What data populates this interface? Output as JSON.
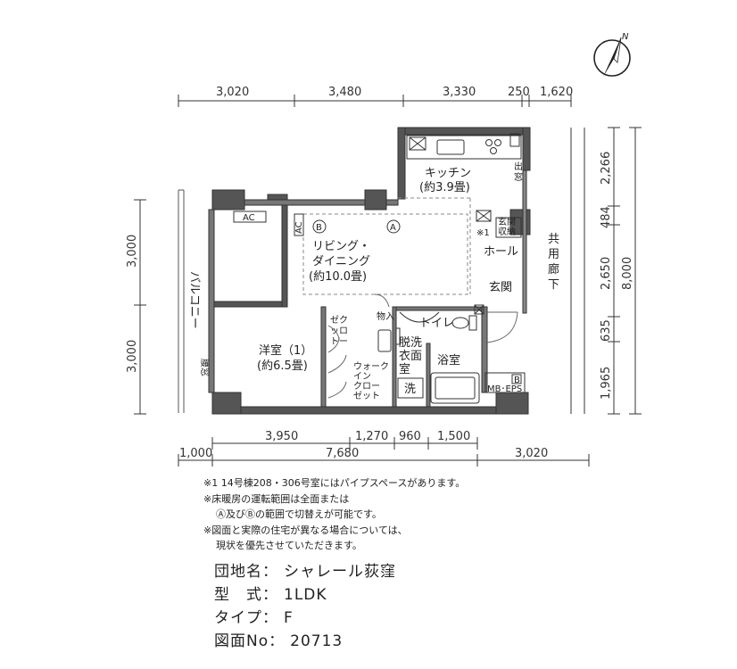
{
  "compass": {
    "north_label": "N"
  },
  "dimensions": {
    "top": [
      "3,020",
      "3,480",
      "3,330",
      "250",
      "1,620"
    ],
    "bottom_row1": [
      "3,950",
      "1,270",
      "960",
      "1,500"
    ],
    "bottom_row2": [
      "1,000",
      "7,680",
      "3,020"
    ],
    "left": [
      "3,000",
      "3,000"
    ],
    "right_inner": [
      "2,266",
      "484",
      "2,650",
      "635",
      "1,965"
    ],
    "right_outer": "8,000"
  },
  "rooms": {
    "kitchen": [
      "キッチン",
      "(約3.9畳)"
    ],
    "living": [
      "リビング・",
      "ダイニング",
      "(約10.0畳)"
    ],
    "western": [
      "洋室（1）",
      "(約6.5畳)"
    ],
    "balcony": "バルコニー",
    "hall": "ホール",
    "entrance": "玄関",
    "toilet": "トイレ",
    "bath": "浴室",
    "wash": [
      "脱洗",
      "衣面",
      "室"
    ],
    "laundry": "洗",
    "closet": [
      "ゼク",
      "ッロ",
      "トー"
    ],
    "storage": "物入",
    "walkin": [
      "ウォーク",
      "イン",
      "クロー",
      "ゼット"
    ],
    "shoe": [
      "玄関",
      "収納"
    ],
    "common_corridor": [
      "共",
      "用",
      "廊",
      "下"
    ],
    "ac": "AC",
    "ac_small": "AC",
    "kitchen_window": [
      "出",
      "窓"
    ],
    "waist_window": "腰窓",
    "pipe_mark": "※1",
    "mb_eps": "MB･EPS",
    "b_mark": "B",
    "circle_a": "A",
    "circle_b": "B"
  },
  "notes": [
    "※1  14号棟208・306号室にはパイプスペースがあります。",
    "※床暖房の運転範囲は全面または",
    "Ⓐ及びⒷの範囲で切替えが可能です。",
    "※図面と実際の住宅が異なる場合については、",
    "現状を優先させていただきます。"
  ],
  "info": [
    {
      "label": "団地名：",
      "value": "シャレール荻窪"
    },
    {
      "label": "型　式：",
      "value": "1LDK"
    },
    {
      "label": "タイプ：",
      "value": "F"
    },
    {
      "label": "図面No：",
      "value": "20713"
    }
  ]
}
